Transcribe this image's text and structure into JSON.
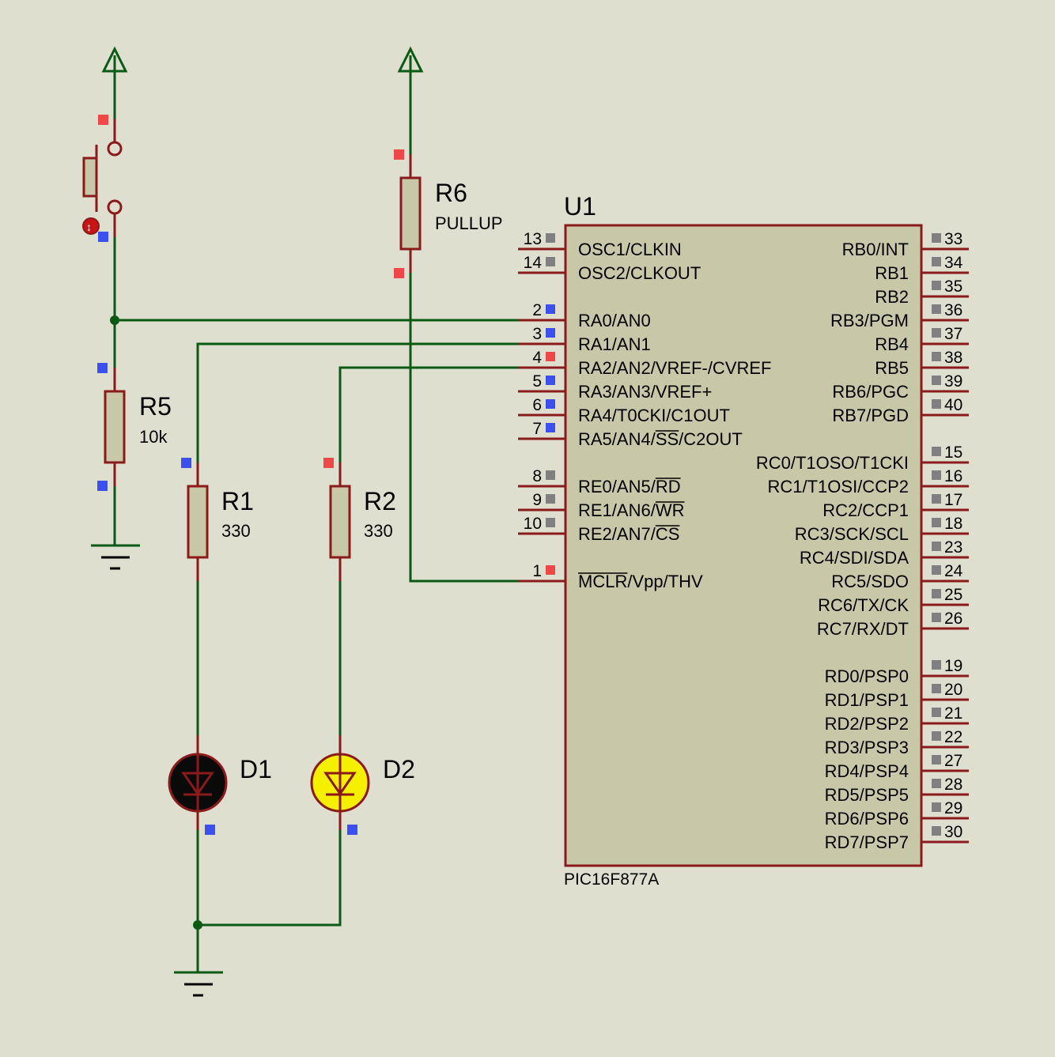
{
  "colors": {
    "background": "#dfdfd0",
    "wire": "#0a5a14",
    "component": "#8b1a1a",
    "body": "#c8c8a8",
    "pin_red": "#f04848",
    "pin_blue": "#3c50f0",
    "pin_gray": "#808080",
    "led_off": "#0a0a0a",
    "led_on": "#f4f000"
  },
  "components": {
    "r5": {
      "ref": "R5",
      "value": "10k"
    },
    "r1": {
      "ref": "R1",
      "value": "330"
    },
    "r2": {
      "ref": "R2",
      "value": "330"
    },
    "r6": {
      "ref": "R6",
      "value": "PULLUP"
    },
    "d1": {
      "ref": "D1"
    },
    "d2": {
      "ref": "D2"
    },
    "button": {
      "symbol": "push-button"
    }
  },
  "mcu": {
    "ref": "U1",
    "part": "PIC16F877A",
    "left_pins": [
      {
        "num": "13",
        "label": "OSC1/CLKIN",
        "state": "gray"
      },
      {
        "num": "14",
        "label": "OSC2/CLKOUT",
        "state": "gray"
      },
      {
        "num": "2",
        "label": "RA0/AN0",
        "state": "blue"
      },
      {
        "num": "3",
        "label": "RA1/AN1",
        "state": "blue"
      },
      {
        "num": "4",
        "label": "RA2/AN2/VREF-/CVREF",
        "state": "red"
      },
      {
        "num": "5",
        "label": "RA3/AN3/VREF+",
        "state": "blue"
      },
      {
        "num": "6",
        "label": "RA4/T0CKI/C1OUT",
        "state": "blue"
      },
      {
        "num": "7",
        "label": "RA5/AN4/SS/C2OUT",
        "state": "blue"
      },
      {
        "num": "8",
        "label": "RE0/AN5/RD",
        "state": "gray"
      },
      {
        "num": "9",
        "label": "RE1/AN6/WR",
        "state": "gray"
      },
      {
        "num": "10",
        "label": "RE2/AN7/CS",
        "state": "gray"
      },
      {
        "num": "1",
        "label": "MCLR/Vpp/THV",
        "state": "red"
      }
    ],
    "right_pins": [
      {
        "num": "33",
        "label": "RB0/INT",
        "state": "gray"
      },
      {
        "num": "34",
        "label": "RB1",
        "state": "gray"
      },
      {
        "num": "35",
        "label": "RB2",
        "state": "gray"
      },
      {
        "num": "36",
        "label": "RB3/PGM",
        "state": "gray"
      },
      {
        "num": "37",
        "label": "RB4",
        "state": "gray"
      },
      {
        "num": "38",
        "label": "RB5",
        "state": "gray"
      },
      {
        "num": "39",
        "label": "RB6/PGC",
        "state": "gray"
      },
      {
        "num": "40",
        "label": "RB7/PGD",
        "state": "gray"
      },
      {
        "num": "15",
        "label": "RC0/T1OSO/T1CKI",
        "state": "gray"
      },
      {
        "num": "16",
        "label": "RC1/T1OSI/CCP2",
        "state": "gray"
      },
      {
        "num": "17",
        "label": "RC2/CCP1",
        "state": "gray"
      },
      {
        "num": "18",
        "label": "RC3/SCK/SCL",
        "state": "gray"
      },
      {
        "num": "23",
        "label": "RC4/SDI/SDA",
        "state": "gray"
      },
      {
        "num": "24",
        "label": "RC5/SDO",
        "state": "gray"
      },
      {
        "num": "25",
        "label": "RC6/TX/CK",
        "state": "gray"
      },
      {
        "num": "26",
        "label": "RC7/RX/DT",
        "state": "gray"
      },
      {
        "num": "19",
        "label": "RD0/PSP0",
        "state": "gray"
      },
      {
        "num": "20",
        "label": "RD1/PSP1",
        "state": "gray"
      },
      {
        "num": "21",
        "label": "RD2/PSP2",
        "state": "gray"
      },
      {
        "num": "22",
        "label": "RD3/PSP3",
        "state": "gray"
      },
      {
        "num": "27",
        "label": "RD4/PSP4",
        "state": "gray"
      },
      {
        "num": "28",
        "label": "RD5/PSP5",
        "state": "gray"
      },
      {
        "num": "29",
        "label": "RD6/PSP6",
        "state": "gray"
      },
      {
        "num": "30",
        "label": "RD7/PSP7",
        "state": "gray"
      }
    ]
  }
}
